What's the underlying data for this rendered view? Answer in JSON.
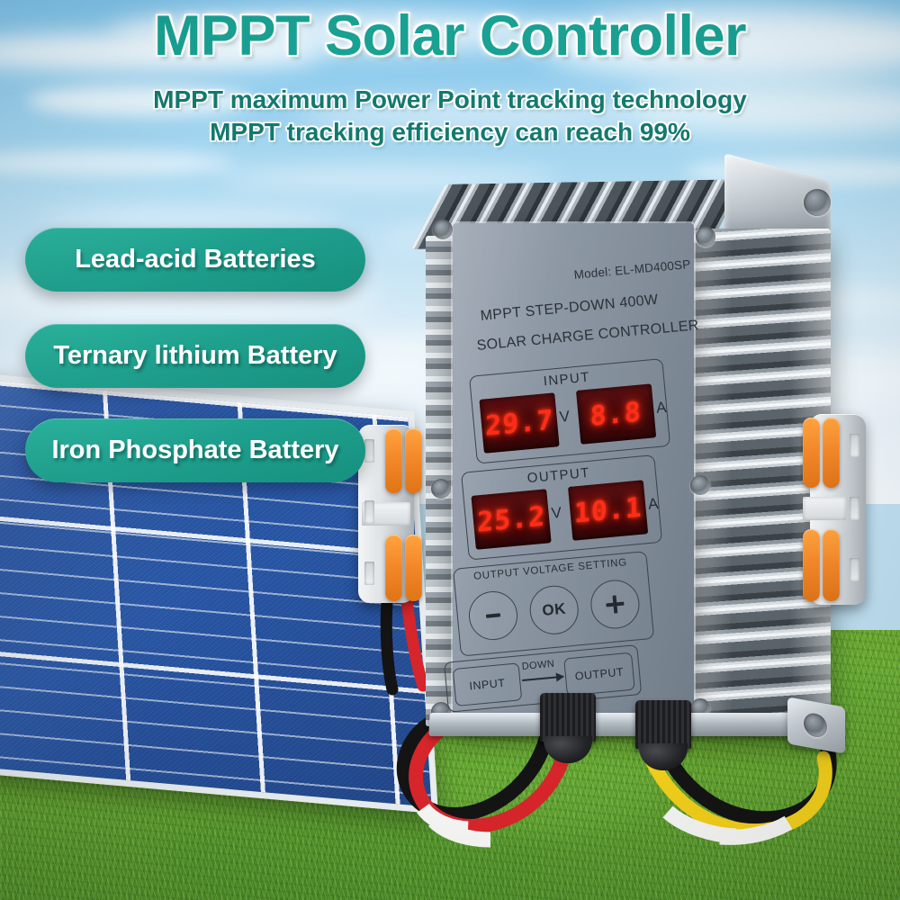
{
  "header": {
    "title": "MPPT Solar Controller",
    "subtitle_line1": "MPPT maximum Power Point tracking technology",
    "subtitle_line2": "MPPT tracking efficiency can reach 99%",
    "title_color": "#19a193",
    "subtitle_color": "#13796f"
  },
  "badges": [
    {
      "label": "Lead-acid Batteries"
    },
    {
      "label": "Ternary lithium Battery"
    },
    {
      "label": "Iron Phosphate Battery"
    }
  ],
  "badge_color": "#1fa08e",
  "device": {
    "model_line": "Model: EL-MD400SP",
    "product_line_1": "MPPT STEP-DOWN 400W",
    "product_line_2": "SOLAR CHARGE CONTROLLER",
    "input_panel": {
      "title": "INPUT",
      "voltage_value": "29.7",
      "voltage_unit": "V",
      "current_value": "8.8",
      "current_unit": "A"
    },
    "output_panel": {
      "title": "OUTPUT",
      "voltage_value": "25.2",
      "voltage_unit": "V",
      "current_value": "10.1",
      "current_unit": "A"
    },
    "setting_panel": {
      "title": "OUTPUT VOLTAGE SETTING",
      "minus_label": "-",
      "ok_label": "OK",
      "plus_label": "+"
    },
    "flow_panel": {
      "input_label": "INPUT",
      "middle_label": "DOWN",
      "output_label": "OUTPUT"
    },
    "led_color": "#ff2d18",
    "body_color": "#8893a1"
  },
  "scene": {
    "sky_color": "#8ecbec",
    "grass_color": "#6aa92e",
    "panel_color": "#2a56a2",
    "connector_lever_color": "#f4892a",
    "wire_red": "#d6252b",
    "wire_black": "#141414",
    "wire_yellow": "#f2cf1b",
    "wire_sleeve": "#f5f5f3"
  }
}
